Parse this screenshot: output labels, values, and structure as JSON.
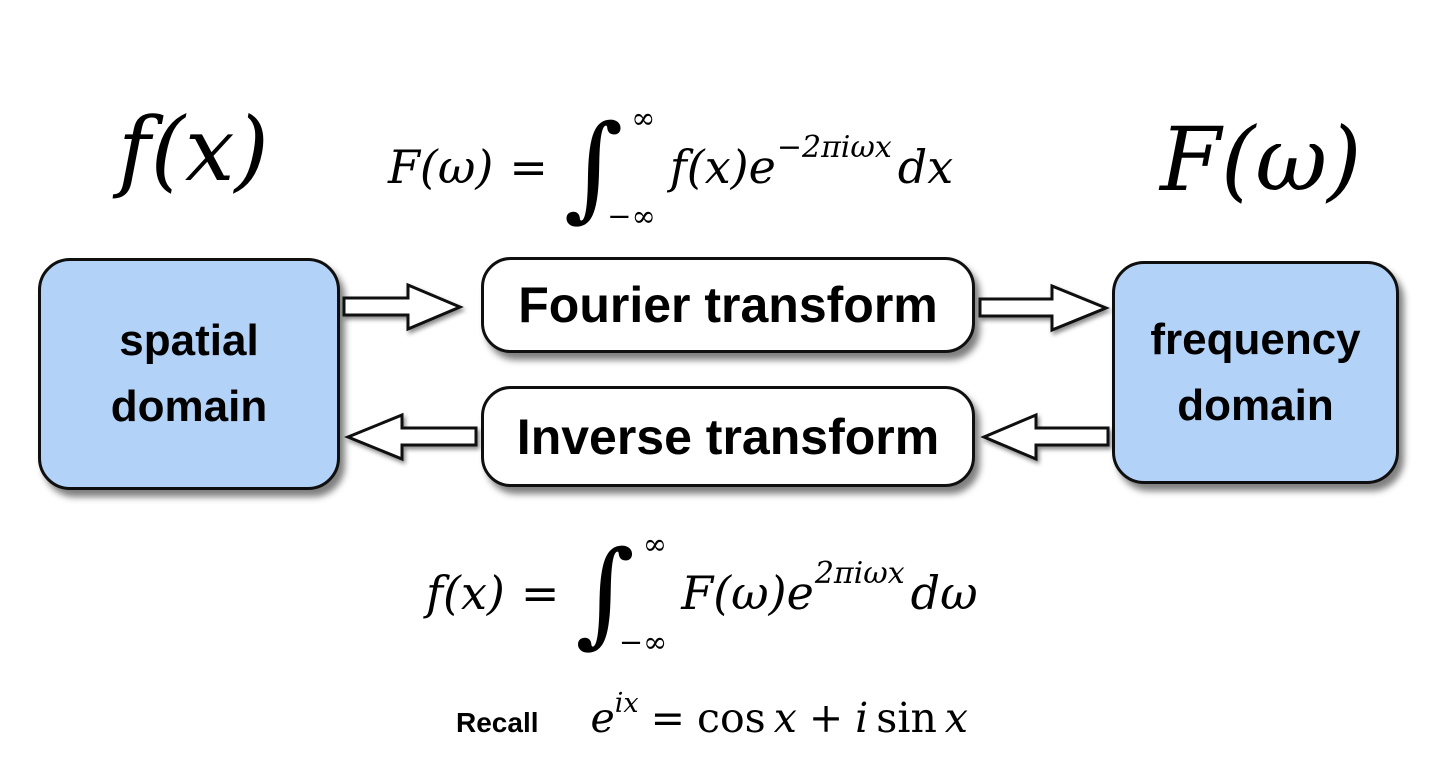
{
  "colors": {
    "background": "#ffffff",
    "domain_box_fill": "#b3d2f7",
    "transform_box_fill": "#ffffff",
    "box_border": "#0f0f0f"
  },
  "labels": {
    "spatial_function": "f(x)",
    "frequency_function": "F(ω)"
  },
  "boxes": {
    "spatial": {
      "line1": "spatial",
      "line2": "domain"
    },
    "frequency": {
      "line1": "frequency",
      "line2": "domain"
    },
    "fourier": {
      "label": "Fourier transform"
    },
    "inverse": {
      "label": "Inverse transform"
    }
  },
  "formulas": {
    "forward": {
      "lhs": "F(ω)",
      "equals": "=",
      "integral": "∫",
      "upper_bound": "∞",
      "lower_bound": "−∞",
      "integrand": "f(x)e",
      "exponent": "−2πiωx",
      "differential": "dx"
    },
    "inverse": {
      "lhs": "f(x)",
      "equals": "=",
      "integral": "∫",
      "upper_bound": "∞",
      "lower_bound": "−∞",
      "integrand": "F(ω)e",
      "exponent": "2πiωx",
      "differential": "dω"
    },
    "euler": {
      "label": "Recall",
      "base": "e",
      "exponent": "ix",
      "equals": "=",
      "cos": "cos",
      "x1": "x",
      "plus": "+",
      "i": "i",
      "sin": "sin",
      "x2": "x"
    }
  }
}
